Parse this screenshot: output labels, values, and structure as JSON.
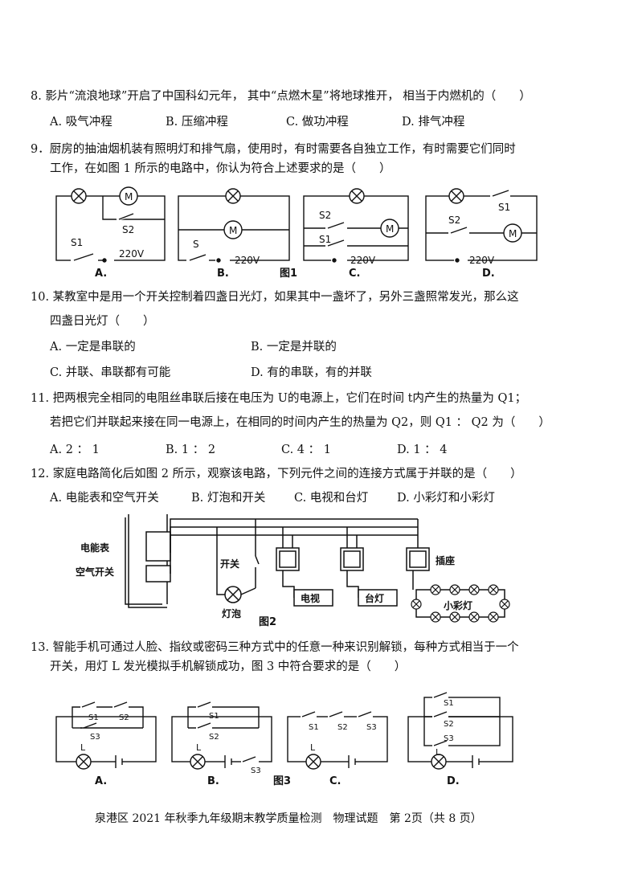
{
  "q8": {
    "stem": "8. 影片“流浪地球”开启了中国科幻元年， 其中“点燃木星”将地球推开， 相当于内燃机的（　　）",
    "options": [
      "A. 吸气冲程",
      "B. 压缩冲程",
      "C. 做功冲程",
      "D. 排气冲程"
    ]
  },
  "q9": {
    "stem1": "9．厨房的抽油烟机装有照明灯和排气扇，使用时，有时需要各自独立工作，有时需要它们同时",
    "stem2": "工作，在如图 1 所示的电路中，你认为符合上述要求的是（　　）",
    "fig": {
      "caption": "图1",
      "letters": [
        "A.",
        "B.",
        "C.",
        "D."
      ],
      "s": "S",
      "s1": "S1",
      "s2": "S2",
      "voltage": "220V",
      "motor": "M"
    }
  },
  "q10": {
    "stem1": "10. 某教室中是用一个开关控制着四盏日光灯，如果其中一盏坏了，另外三盏照常发光，那么这",
    "stem2": "四盏日光灯（　　）",
    "options": [
      "A. 一定是串联的",
      "B. 一定是并联的",
      "C. 并联、串联都有可能",
      "D. 有的串联，有的并联"
    ]
  },
  "q11": {
    "stem1": "11. 把两根完全相同的电阻丝串联后接在电压为 U的电源上，它们在时间 t内产生的热量为 Q1；",
    "stem2": "若把它们并联起来接在同一电源上，在相同的时间内产生的热量为 Q2，则 Q1 ： Q2 为（　　）",
    "options": [
      "A. 2 ： 1",
      "B. 1 ： 2",
      "C. 4 ： 1",
      "D. 1 ： 4"
    ]
  },
  "q12": {
    "stem": "12. 家庭电路简化后如图 2 所示，观察该电路，下列元件之间的连接方式属于并联的是（　　）",
    "options": [
      "A. 电能表和空气开关",
      "B. 灯泡和开关",
      "C. 电视和台灯",
      "D. 小彩灯和小彩灯"
    ],
    "fig": {
      "caption": "图2",
      "meter": "电能表",
      "breaker": "空气开关",
      "switch": "开关",
      "bulb": "灯泡",
      "tv": "电视",
      "lamp": "台灯",
      "socket": "插座",
      "minilights": "小彩灯"
    }
  },
  "q13": {
    "stem1": "13. 智能手机可通过人脸、指纹或密码三种方式中的任意一种来识别解锁，每种方式相当于一个",
    "stem2": "开关，用灯 L 发光模拟手机解锁成功，图 3 中符合要求的是（　　）",
    "fig": {
      "caption": "图3",
      "letters": [
        "A.",
        "B.",
        "C.",
        "D."
      ],
      "s1": "S1",
      "s2": "S2",
      "s3": "S3",
      "l": "L"
    }
  },
  "footer": "泉港区 2021 年秋季九年级期末教学质量检测　物理试题　第 2页（共 8 页）"
}
